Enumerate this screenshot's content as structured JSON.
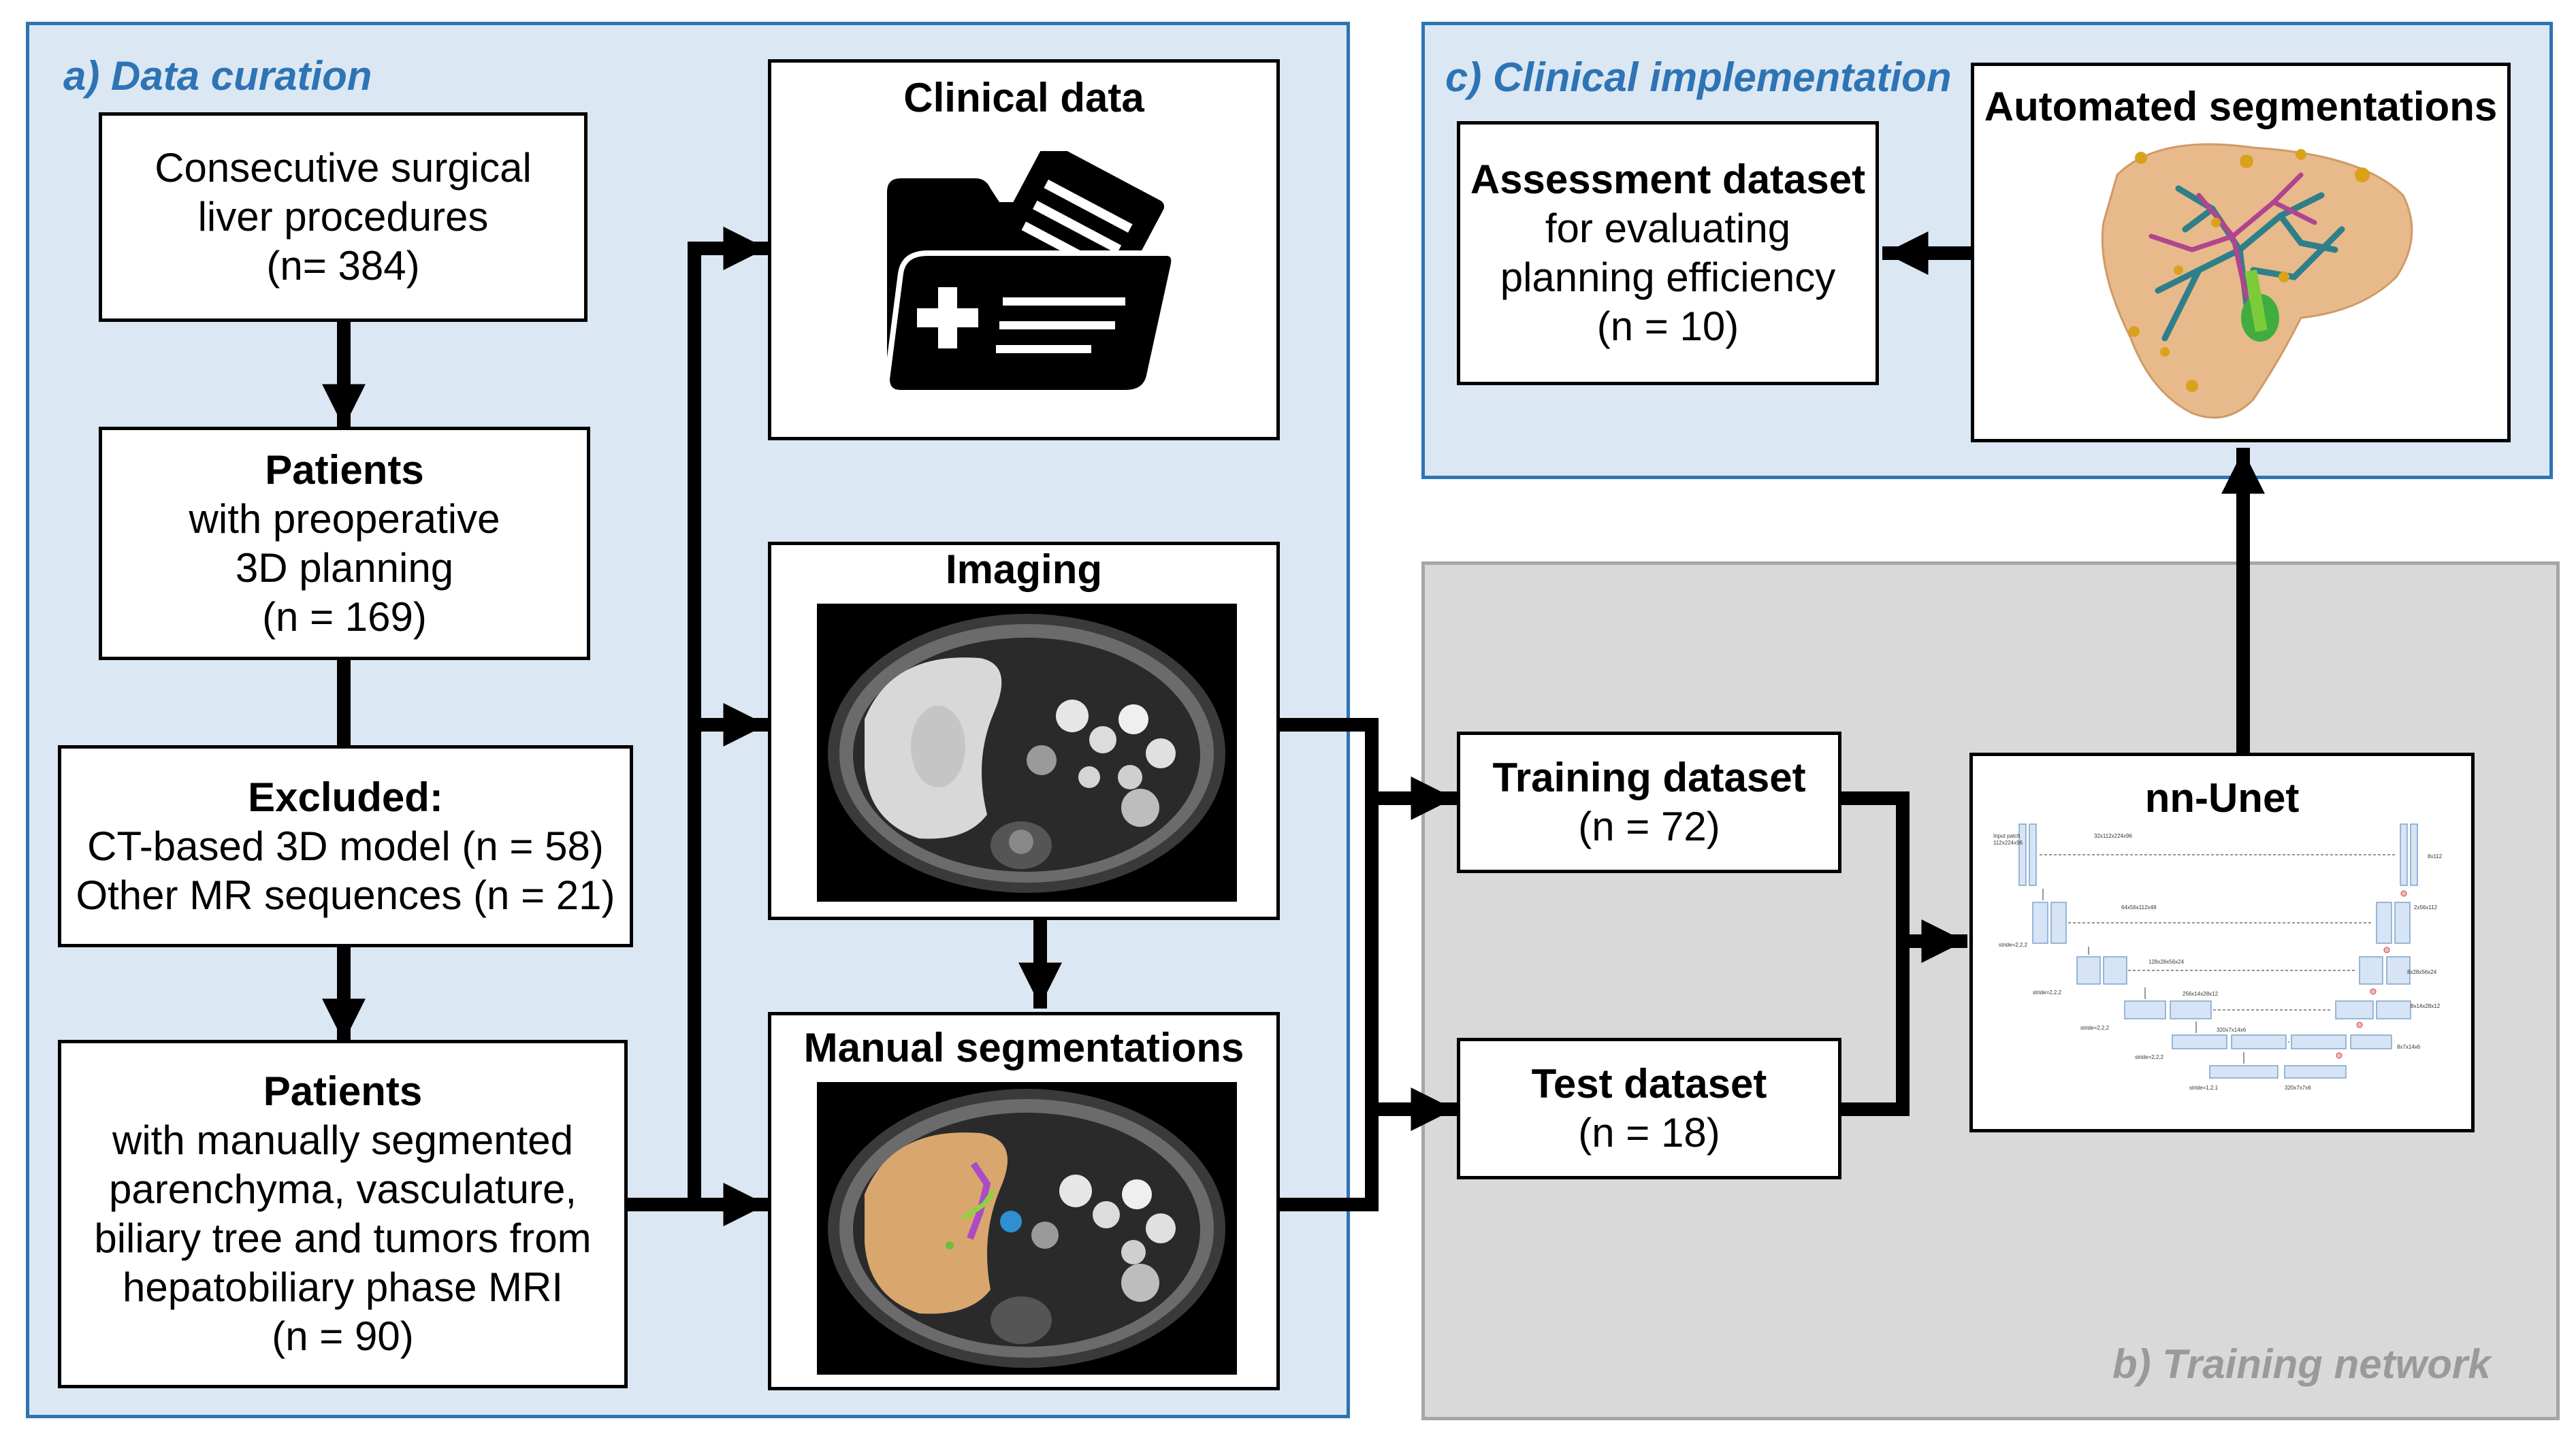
{
  "panels": {
    "a": "a) Data curation",
    "b": "b) Training network",
    "c": "c) Clinical implementation"
  },
  "boxes": {
    "procedures": [
      "Consecutive surgical",
      "liver procedures",
      "(n= 384)"
    ],
    "patients_3d": {
      "title": "Patients",
      "lines": [
        "with preoperative",
        "3D planning",
        "(n = 169)"
      ]
    },
    "excluded": {
      "title": "Excluded:",
      "lines": [
        "CT-based 3D model (n = 58)",
        "Other MR sequences (n = 21)"
      ]
    },
    "patients_seg": {
      "title": "Patients",
      "lines": [
        "with manually segmented",
        "parenchyma, vasculature,",
        "biliary tree and tumors from",
        "hepatobiliary phase MRI",
        "(n = 90)"
      ]
    },
    "clinical_data": "Clinical data",
    "imaging": "Imaging",
    "manual_segmentations": "Manual segmentations",
    "training": {
      "title": "Training dataset",
      "n": "(n = 72)"
    },
    "test": {
      "title": "Test dataset",
      "n": "(n = 18)"
    },
    "nnunet": "nn-Unet",
    "assessment": {
      "title": "Assessment dataset",
      "lines": [
        "for evaluating",
        "planning efficiency",
        "(n = 10)"
      ]
    },
    "automated": "Automated segmentations"
  },
  "icons": {
    "clinical": "medical-folder-icon",
    "imaging": "mri-axial-slice",
    "segmentation": "segmented-mri-slice",
    "network": "unet-architecture-diagram",
    "liver_model": "3d-liver-model"
  },
  "colors": {
    "panel_blue_fill": "#dbe7f3",
    "panel_blue_border": "#2e74b5",
    "panel_gray_fill": "#d9d9d9",
    "panel_gray_border": "#a6a6a6",
    "liver": "#e8b98a",
    "vessels_teal": "#2e7f8a",
    "vessels_magenta": "#b0458f",
    "tumor_yellow": "#d9a21b",
    "gallbladder_green": "#3fae3f"
  }
}
